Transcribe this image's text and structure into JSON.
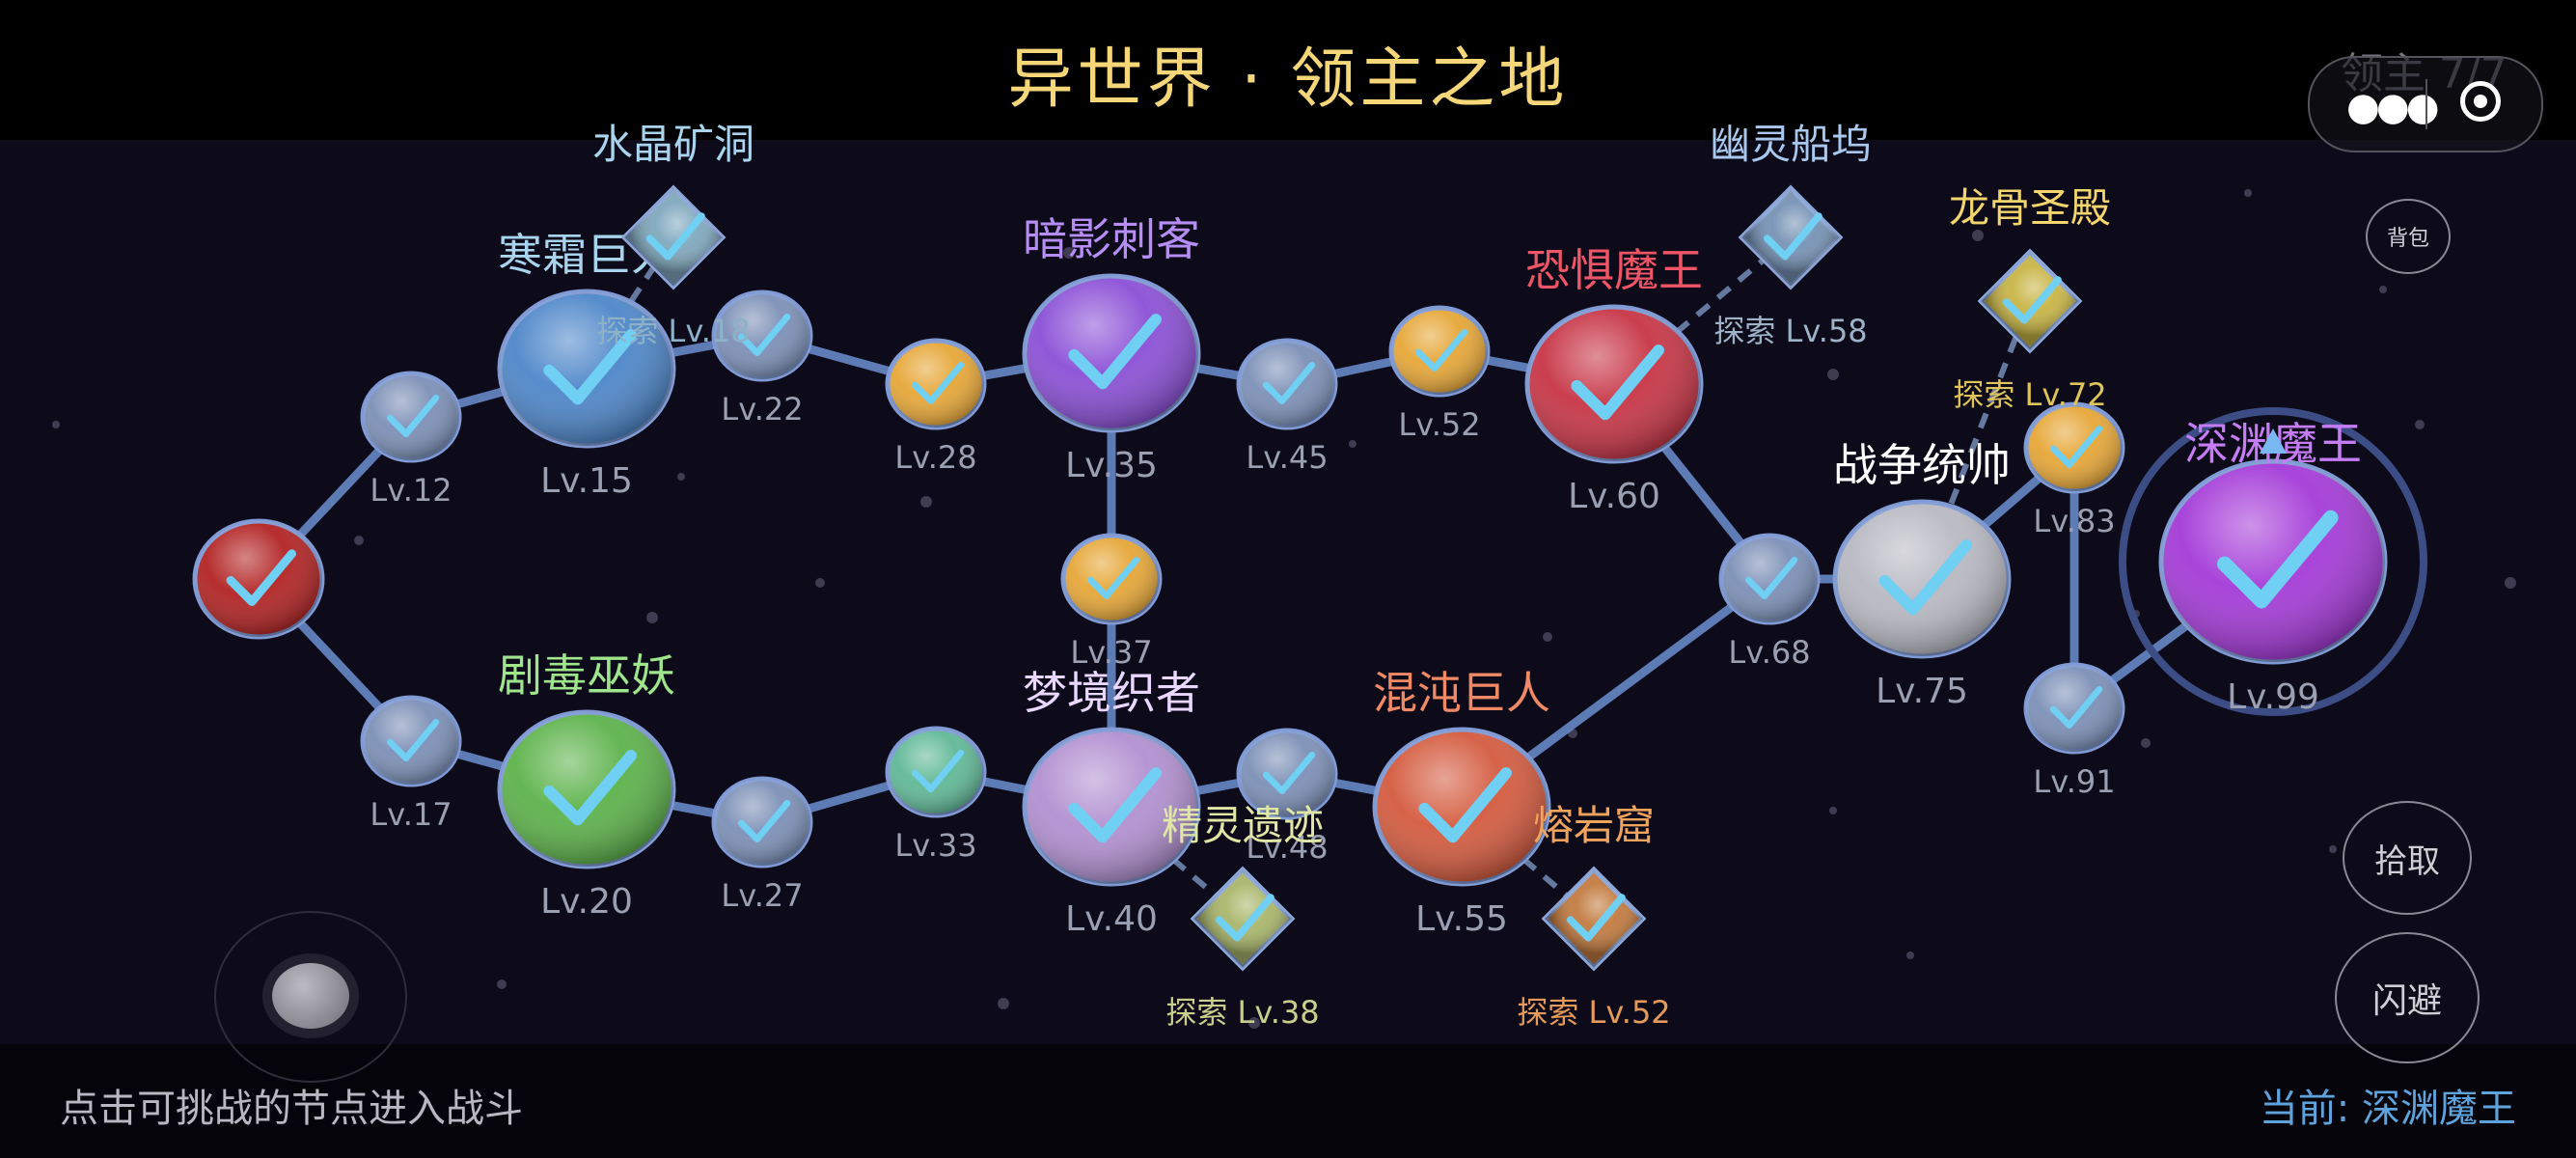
{
  "header": {
    "title": "异世界 · 领主之地",
    "progress": "领主 7/7"
  },
  "controls": {
    "bag": "背包",
    "pick": "拾取",
    "dodge": "闪避"
  },
  "footer": {
    "hint": "点击可挑战的节点进入战斗",
    "current": "当前: 深渊魔王"
  },
  "colors": {
    "path": "#6c8fd1",
    "check": "#6fd0f4",
    "title": "#f5d77a"
  },
  "nodes": [
    {
      "id": "start",
      "kind": "big",
      "color": "#b22222",
      "level": ""
    },
    {
      "id": "n12",
      "kind": "small",
      "color": "#7b8fb6",
      "level": "Lv.12"
    },
    {
      "id": "n15",
      "kind": "large",
      "color": "#4d86c9",
      "level": "Lv.15",
      "name": "寒霜巨人",
      "nameColor": "#a9d4ee"
    },
    {
      "id": "n22",
      "kind": "small",
      "color": "#7b8fb6",
      "level": "Lv.22"
    },
    {
      "id": "n28",
      "kind": "small",
      "color": "#e6a636",
      "level": "Lv.28"
    },
    {
      "id": "n35",
      "kind": "large",
      "color": "#8a4fd6",
      "level": "Lv.35",
      "name": "暗影刺客",
      "nameColor": "#b58df5"
    },
    {
      "id": "n37",
      "kind": "small",
      "color": "#e6a636",
      "level": "Lv.37"
    },
    {
      "id": "n45",
      "kind": "small",
      "color": "#7b8fb6",
      "level": "Lv.45"
    },
    {
      "id": "n52",
      "kind": "small",
      "color": "#e6a636",
      "level": "Lv.52"
    },
    {
      "id": "n60",
      "kind": "large",
      "color": "#c73445",
      "level": "Lv.60",
      "name": "恐惧魔王",
      "nameColor": "#ee5566"
    },
    {
      "id": "n68",
      "kind": "small",
      "color": "#7b8fb6",
      "level": "Lv.68"
    },
    {
      "id": "n75",
      "kind": "large",
      "color": "#b8b8c2",
      "level": "Lv.75",
      "name": "战争统帅",
      "nameColor": "#ffffff"
    },
    {
      "id": "n83",
      "kind": "small",
      "color": "#e6a636",
      "level": "Lv.83"
    },
    {
      "id": "n91",
      "kind": "small",
      "color": "#7b8fb6",
      "level": "Lv.91"
    },
    {
      "id": "n99",
      "kind": "boss",
      "color": "#a43ad8",
      "level": "Lv.99",
      "name": "深渊魔王",
      "nameColor": "#c57cf5"
    },
    {
      "id": "n17",
      "kind": "small",
      "color": "#7b8fb6",
      "level": "Lv.17"
    },
    {
      "id": "n20",
      "kind": "large",
      "color": "#5cb24a",
      "level": "Lv.20",
      "name": "剧毒巫妖",
      "nameColor": "#9fe58c"
    },
    {
      "id": "n27",
      "kind": "small",
      "color": "#7b8fb6",
      "level": "Lv.27"
    },
    {
      "id": "n33",
      "kind": "small",
      "color": "#5fb896",
      "level": "Lv.33"
    },
    {
      "id": "n40",
      "kind": "large",
      "color": "#b190d0",
      "level": "Lv.40",
      "name": "梦境织者",
      "nameColor": "#e9d7ff"
    },
    {
      "id": "n48",
      "kind": "small",
      "color": "#7b8fb6",
      "level": "Lv.48"
    },
    {
      "id": "n55",
      "kind": "large",
      "color": "#d45a3e",
      "level": "Lv.55",
      "name": "混沌巨人",
      "nameColor": "#f08a66"
    }
  ],
  "explore": [
    {
      "id": "e18",
      "name": "水晶矿洞",
      "level": "探索 Lv.18",
      "color": "#7fa8bd",
      "nameColor": "#a9d4ee",
      "textColor": "#8db2c8"
    },
    {
      "id": "e58",
      "name": "幽灵船坞",
      "level": "探索 Lv.58",
      "color": "#7592b5",
      "nameColor": "#a9c8ee",
      "textColor": "#9db2c6"
    },
    {
      "id": "e72",
      "name": "龙骨圣殿",
      "level": "探索 Lv.72",
      "color": "#c8b545",
      "nameColor": "#f2d66d",
      "textColor": "#e0c45a"
    },
    {
      "id": "e38",
      "name": "精灵遗迹",
      "level": "探索 Lv.38",
      "color": "#a9b66a",
      "nameColor": "#dfe6a6",
      "textColor": "#c8cf8c"
    },
    {
      "id": "e52",
      "name": "熔岩窟",
      "level": "探索 Lv.52",
      "color": "#c27a3e",
      "nameColor": "#f0a35c",
      "textColor": "#e39a5a"
    }
  ]
}
